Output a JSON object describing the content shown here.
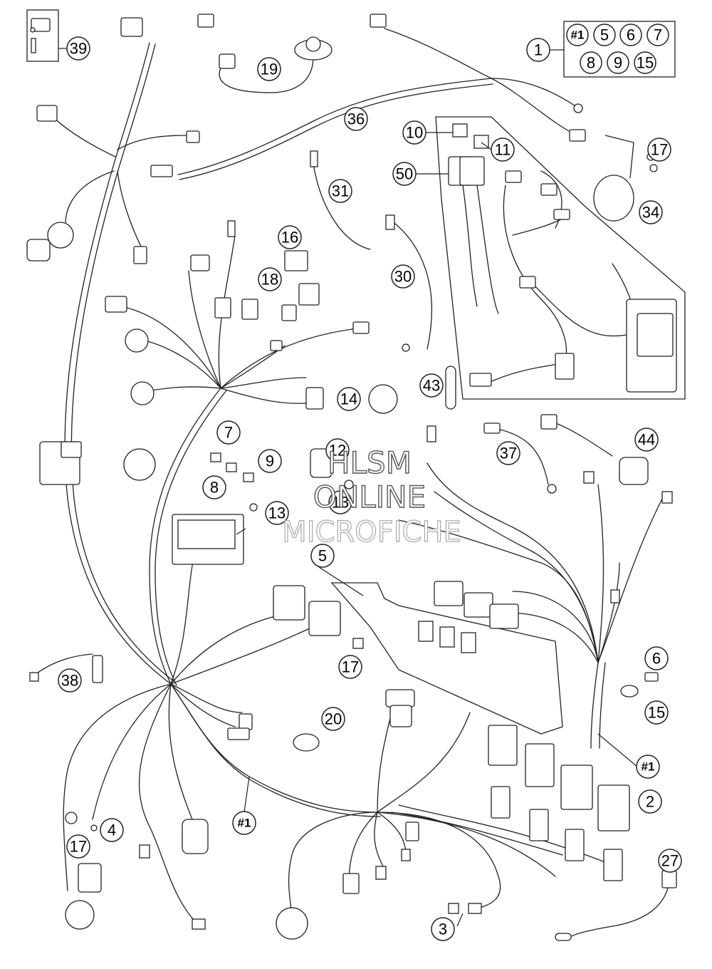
{
  "callouts": [
    {
      "id": "c39",
      "label": "39"
    },
    {
      "id": "c19",
      "label": "19"
    },
    {
      "id": "c1",
      "label": "1"
    },
    {
      "id": "c36",
      "label": "36"
    },
    {
      "id": "c10",
      "label": "10"
    },
    {
      "id": "c11",
      "label": "11"
    },
    {
      "id": "c17a",
      "label": "17"
    },
    {
      "id": "c50",
      "label": "50"
    },
    {
      "id": "c31",
      "label": "31"
    },
    {
      "id": "c34",
      "label": "34"
    },
    {
      "id": "c16",
      "label": "16"
    },
    {
      "id": "c18",
      "label": "18"
    },
    {
      "id": "c30",
      "label": "30"
    },
    {
      "id": "c14",
      "label": "14"
    },
    {
      "id": "c43",
      "label": "43"
    },
    {
      "id": "c7",
      "label": "7"
    },
    {
      "id": "c9",
      "label": "9"
    },
    {
      "id": "c8",
      "label": "8"
    },
    {
      "id": "c12",
      "label": "12"
    },
    {
      "id": "c13a",
      "label": "13"
    },
    {
      "id": "c13b",
      "label": "13"
    },
    {
      "id": "c37",
      "label": "37"
    },
    {
      "id": "c44",
      "label": "44"
    },
    {
      "id": "c5",
      "label": "5"
    },
    {
      "id": "c17b",
      "label": "17"
    },
    {
      "id": "c6",
      "label": "6"
    },
    {
      "id": "c15",
      "label": "15"
    },
    {
      "id": "c38",
      "label": "38"
    },
    {
      "id": "c20",
      "label": "20"
    },
    {
      "id": "c1b",
      "label": "#1"
    },
    {
      "id": "c2",
      "label": "2"
    },
    {
      "id": "c4",
      "label": "4"
    },
    {
      "id": "c17c",
      "label": "17"
    },
    {
      "id": "c1c",
      "label": "#1"
    },
    {
      "id": "c27",
      "label": "27"
    },
    {
      "id": "c3",
      "label": "3"
    }
  ],
  "kit_box": {
    "label": "1",
    "items": [
      "#1",
      "5",
      "6",
      "7",
      "8",
      "9",
      "15"
    ]
  },
  "watermark": {
    "line1": "HLSM",
    "line2": "ONLINE",
    "line3": "MICROFICHE"
  }
}
